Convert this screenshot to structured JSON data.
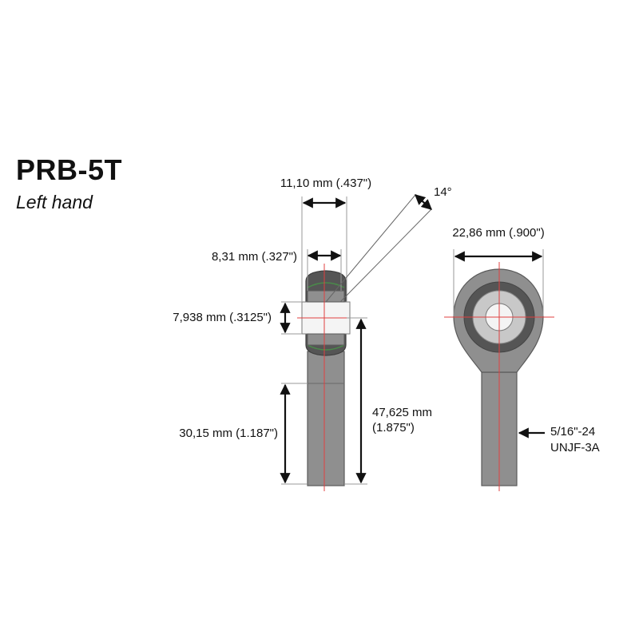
{
  "header": {
    "title": "PRB-5T",
    "subtitle": "Left hand"
  },
  "side_view": {
    "dim_width_outer": "11,10 mm (.437\")",
    "dim_width_ball": "8,31 mm (.327\")",
    "dim_bore": "7,938 mm (.3125\")",
    "dim_thread_length": "30,15 mm (1.187\")",
    "dim_length_line1": "47,625 mm",
    "dim_length_line2": "(1.875\")",
    "angle": "14°"
  },
  "front_view": {
    "dim_head_width": "22,86 mm (.900\")",
    "thread_line1": "5/16\"-24",
    "thread_line2": "UNJF-3A"
  },
  "colors": {
    "body_fill": "#8f8f8f",
    "body_stroke": "#5a5a5a",
    "race_dark": "#555555",
    "ball_light": "#dcdcdc",
    "ring_green": "#4a8a4a",
    "centerline": "#e04040",
    "ink": "#111111"
  }
}
